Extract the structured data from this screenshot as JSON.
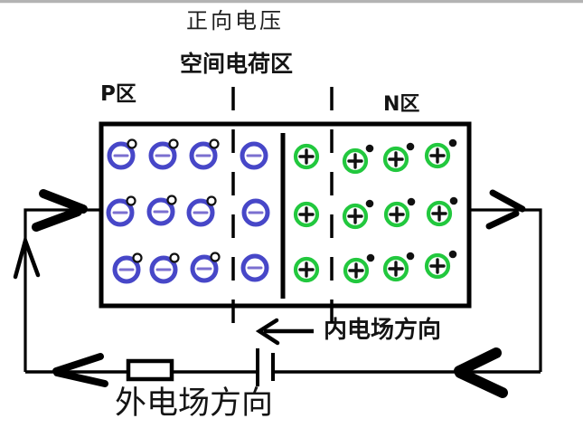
{
  "labels": {
    "title": "正向电压",
    "space_charge_region": "空间电荷区",
    "p_region": "P区",
    "n_region": "N区",
    "internal_field_direction": "内电场方向",
    "external_field_direction": "外电场方向"
  },
  "colors": {
    "acceptor_ion_ring": "#4747c8",
    "acceptor_minus_sign": "#7b6fd0",
    "donor_ion_ring": "#22c83e",
    "charge_symbol_black": "#111111",
    "wire_black": "#000000",
    "top_bar": "#b3b3b3",
    "background": "#ffffff"
  },
  "diagram": {
    "type": "pn-junction-forward-bias",
    "negative_symbol": "−",
    "positive_symbol": "+",
    "p_side_ion_rows": 3,
    "p_side_ions_per_row": 3,
    "p_side_depletion_ions_per_row": 1,
    "n_side_ion_rows": 3,
    "n_side_ions_per_row": 3,
    "n_side_depletion_ions_per_row": 1,
    "circuit_components": [
      "resistor",
      "battery"
    ]
  }
}
